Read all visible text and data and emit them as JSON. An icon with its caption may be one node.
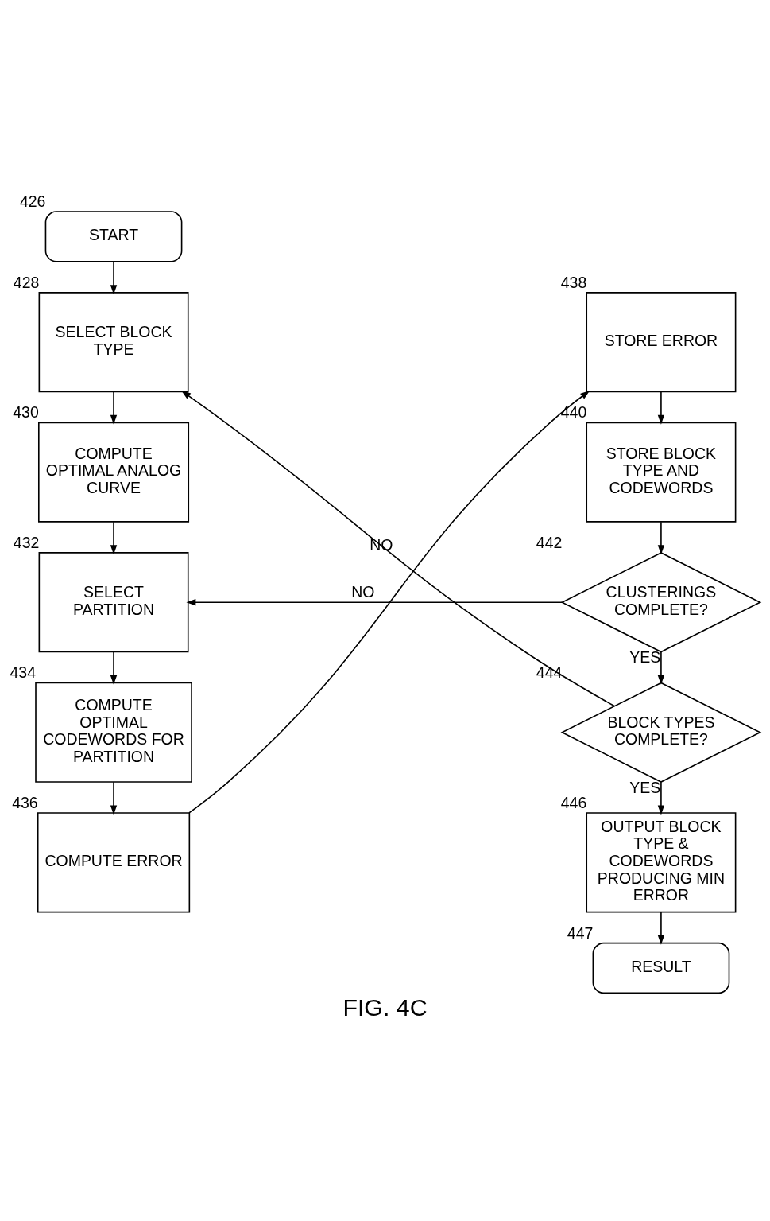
{
  "diagram": {
    "caption": "FIG. 4C",
    "nodes": [
      {
        "text": [
          "START"
        ],
        "beside": [
          "426"
        ]
      },
      {
        "text": [
          "SELECT BLOCK TYPE"
        ],
        "beside": [
          "428"
        ]
      },
      {
        "text": [
          "COMPUTE OPTIMAL ANALOG CURVE"
        ],
        "beside": [
          "430"
        ]
      },
      {
        "text": [
          "SELECT PARTITION"
        ],
        "beside": [
          "432"
        ]
      },
      {
        "text": [
          "COMPUTE OPTIMAL CODEWORDS FOR PARTITION"
        ],
        "beside": [
          "434"
        ]
      },
      {
        "text": [
          "COMPUTE ERROR"
        ],
        "beside": [
          "436"
        ]
      },
      {
        "text": [
          "STORE ERROR"
        ],
        "beside": [
          "438"
        ]
      },
      {
        "text": [
          "STORE BLOCK TYPE AND CODEWORDS"
        ],
        "beside": [
          "440"
        ]
      },
      {
        "text": [
          "CLUSTERINGS COMPLETE?"
        ],
        "beside": [
          "442"
        ]
      },
      {
        "text": [
          "BLOCK TYPES COMPLETE?"
        ],
        "beside": [
          "444"
        ]
      },
      {
        "text": [
          "OUTPUT BLOCK TYPE & CODEWORDS PRODUCING MIN ERROR"
        ],
        "beside": [
          "446"
        ]
      },
      {
        "text": [
          "RESULT"
        ],
        "beside": [
          "447"
        ]
      }
    ],
    "edges": [
      {
        "from": 0,
        "to": 1,
        "arrow": "to"
      },
      {
        "from": 1,
        "to": 2,
        "arrow": "to"
      },
      {
        "from": 2,
        "to": 3,
        "arrow": "to"
      },
      {
        "from": 3,
        "to": 4,
        "arrow": "to"
      },
      {
        "from": 4,
        "to": 5,
        "arrow": "to"
      },
      {
        "from": 5,
        "to": 6,
        "arrow": "to"
      },
      {
        "from": 6,
        "to": 7,
        "arrow": "to"
      },
      {
        "from": 7,
        "to": 8,
        "arrow": "to"
      },
      {
        "from": 8,
        "to": 3,
        "arrow": "to",
        "label": "NO"
      },
      {
        "from": 8,
        "to": 9,
        "arrow": "to",
        "label": "YES"
      },
      {
        "from": 9,
        "to": 1,
        "arrow": "to",
        "label": "NO"
      },
      {
        "from": 9,
        "to": 10,
        "arrow": "to",
        "label": "YES"
      },
      {
        "from": 10,
        "to": 11,
        "arrow": "to"
      }
    ]
  }
}
